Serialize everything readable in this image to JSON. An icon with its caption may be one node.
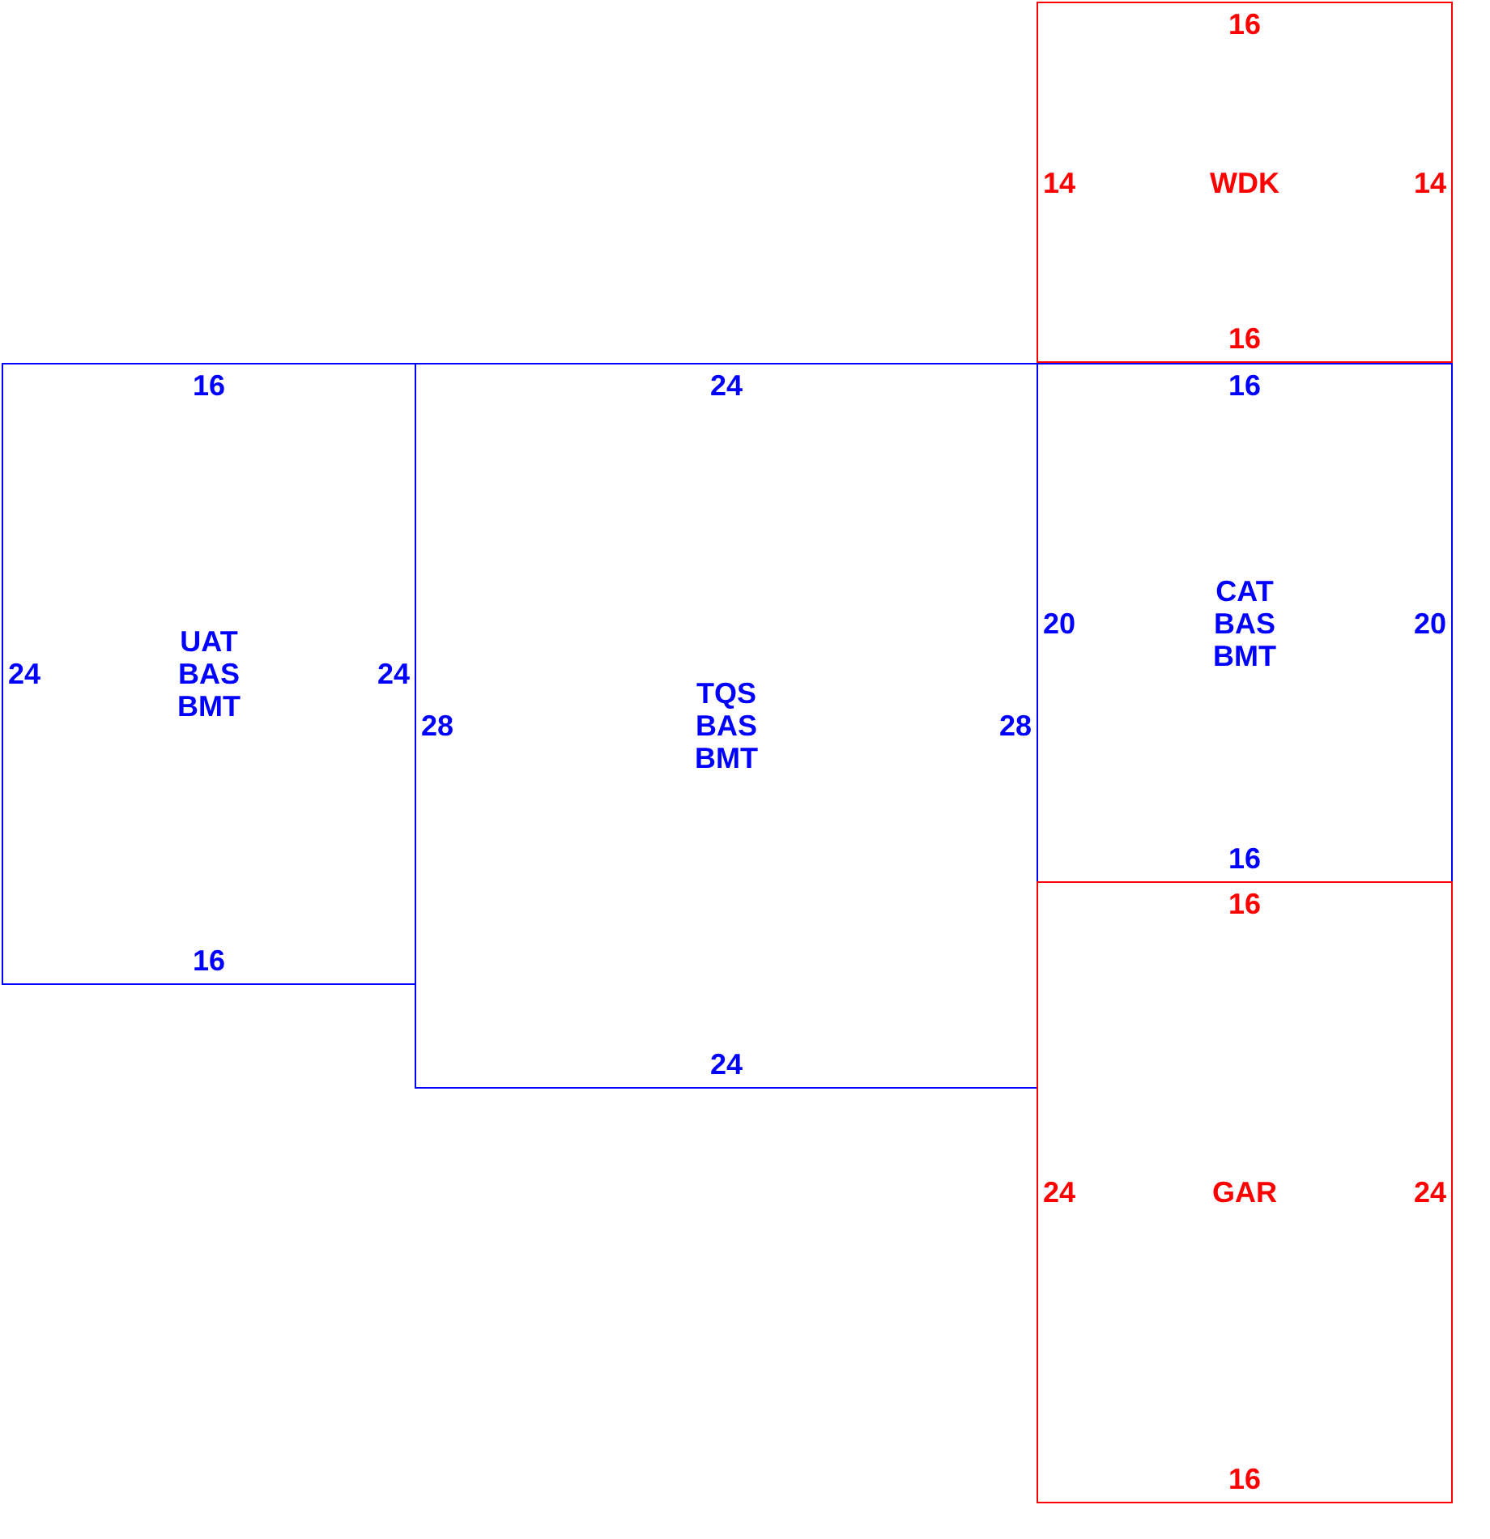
{
  "diagram": {
    "nodes": [
      {
        "text": [
          "16",
          "14",
          "WDK",
          "14",
          "16"
        ]
      },
      {
        "text": [
          "16",
          "24",
          "UAT BAS BMT",
          "24",
          "16"
        ]
      },
      {
        "text": [
          "24",
          "28",
          "TQS BAS BMT",
          "28",
          "24"
        ]
      },
      {
        "text": [
          "16",
          "20",
          "CAT BAS BMT",
          "20",
          "16"
        ]
      },
      {
        "text": [
          "16",
          "24",
          "GAR",
          "24",
          "16"
        ]
      }
    ]
  }
}
